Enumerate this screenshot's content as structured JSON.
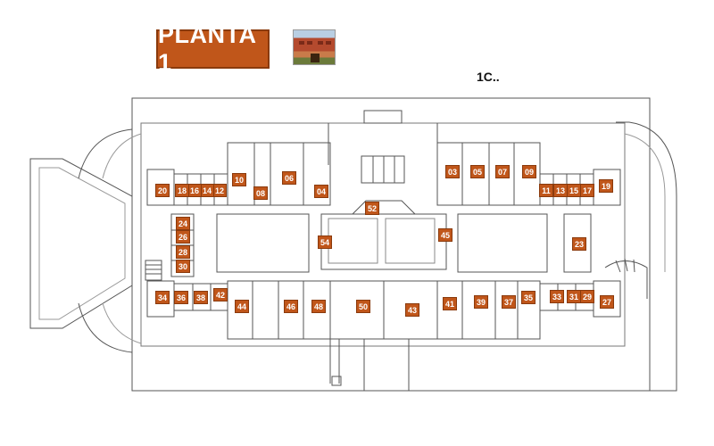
{
  "header": {
    "title": "PLANTA 1",
    "code": "1C..",
    "accent_color": "#c0561a"
  },
  "rooms": [
    "03",
    "04",
    "05",
    "06",
    "07",
    "08",
    "09",
    "10",
    "11",
    "12",
    "13",
    "14",
    "15",
    "16",
    "17",
    "18",
    "19",
    "20",
    "23",
    "24",
    "26",
    "27",
    "28",
    "29",
    "30",
    "31",
    "33",
    "34",
    "35",
    "36",
    "37",
    "38",
    "39",
    "41",
    "42",
    "43",
    "44",
    "45",
    "46",
    "48",
    "50",
    "52",
    "54"
  ]
}
